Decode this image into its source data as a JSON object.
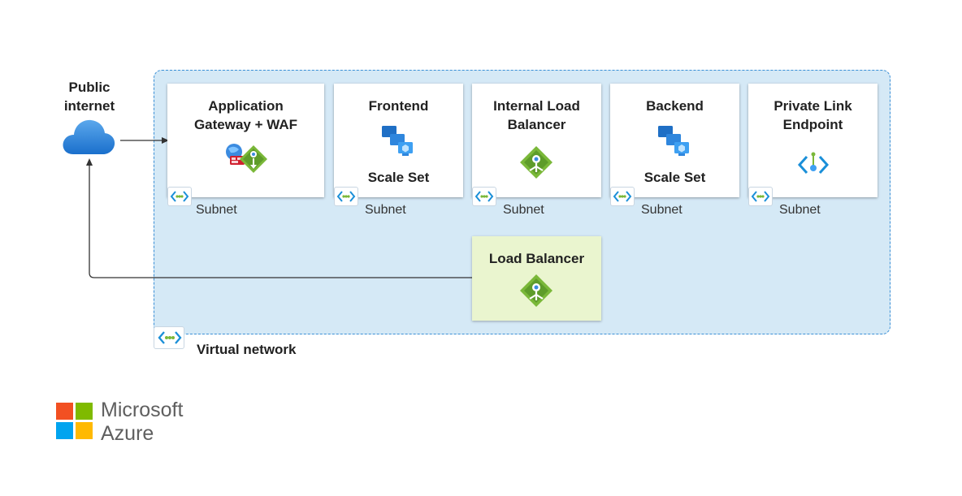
{
  "public_internet": {
    "line1": "Public",
    "line2": "internet"
  },
  "virtual_network": {
    "label": "Virtual network"
  },
  "subnets": [
    {
      "title_line1": "Application",
      "title_line2": "Gateway + WAF",
      "subtitle": "",
      "subnet_label": "Subnet"
    },
    {
      "title_line1": "Frontend",
      "title_line2": "",
      "subtitle": "Scale Set",
      "subnet_label": "Subnet"
    },
    {
      "title_line1": "Internal Load",
      "title_line2": "Balancer",
      "subtitle": "",
      "subnet_label": "Subnet"
    },
    {
      "title_line1": "Backend",
      "title_line2": "",
      "subtitle": "Scale Set",
      "subnet_label": "Subnet"
    },
    {
      "title_line1": "Private Link",
      "title_line2": "Endpoint",
      "subtitle": "",
      "subnet_label": "Subnet"
    }
  ],
  "load_balancer": {
    "title": "Load Balancer"
  },
  "logo": {
    "line1": "Microsoft",
    "line2": "Azure"
  },
  "icons": {
    "cloud": "cloud-icon",
    "app_gateway": "application-gateway-waf-icon",
    "scale_set": "vm-scale-set-icon",
    "load_balancer": "load-balancer-icon",
    "private_link": "private-link-endpoint-icon",
    "subnet": "subnet-icon",
    "vnet": "virtual-network-icon"
  },
  "colors": {
    "vnet_fill": "#d5e9f6",
    "vnet_border": "#3a8fd6",
    "lb_fill": "#eaf5cf",
    "azure_blue": "#0078d4",
    "lb_green": "#7ab839"
  }
}
